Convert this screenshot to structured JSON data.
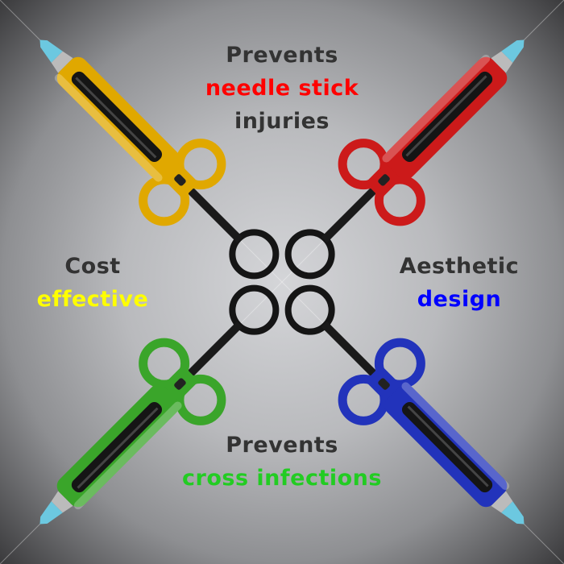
{
  "top": {
    "line1": "Prevents",
    "line2": "needle stick",
    "line3": "injuries"
  },
  "left": {
    "line1": "Cost",
    "line2": "effective"
  },
  "right": {
    "line1": "Aesthetic",
    "line2": "design"
  },
  "bottom": {
    "line1": "Prevents",
    "line2": "cross infections"
  },
  "colors": {
    "dark_text": "#333333",
    "red": "#ff0000",
    "yellow": "#ffff00",
    "blue": "#0000ff",
    "green": "#22cc22",
    "syringe_yellow": "#e0a800",
    "syringe_red": "#cc1a1a",
    "syringe_green": "#3aa52a",
    "syringe_blue": "#2233bb",
    "tip": "#6cc8e0"
  }
}
